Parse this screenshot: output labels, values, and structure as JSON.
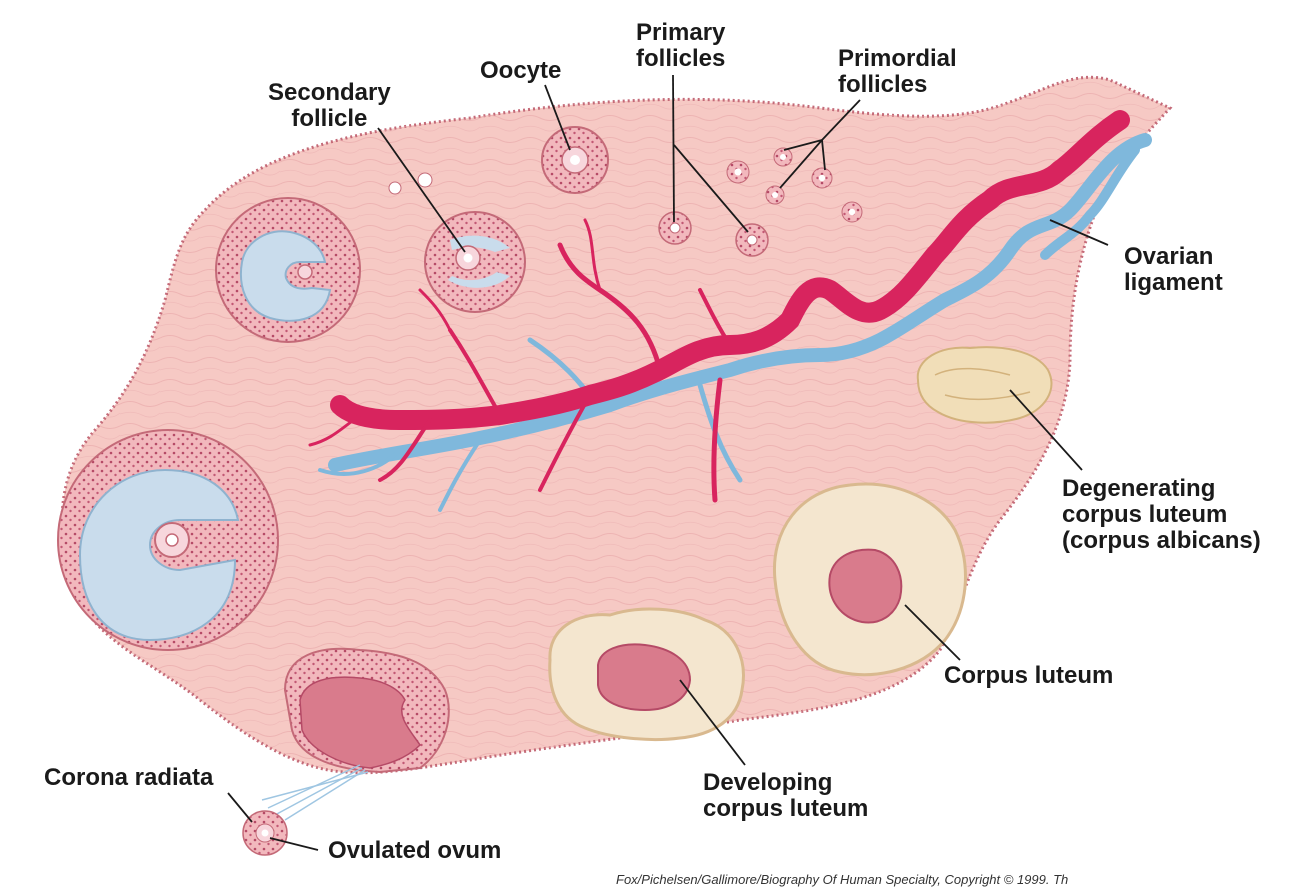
{
  "labels": {
    "secondary_follicle": [
      "Secondary",
      "follicle"
    ],
    "oocyte": [
      "Oocyte"
    ],
    "primary_follicles": [
      "Primary",
      "follicles"
    ],
    "primordial_follicles": [
      "Primordial",
      "follicles"
    ],
    "ovarian_ligament": [
      "Ovarian",
      "ligament"
    ],
    "degenerating_corpus_luteum": [
      "Degenerating",
      "corpus luteum",
      "(corpus albicans)"
    ],
    "corpus_luteum": [
      "Corpus luteum"
    ],
    "developing_corpus_luteum": [
      "Developing",
      "corpus luteum"
    ],
    "corona_radiata": [
      "Corona radiata"
    ],
    "ovulated_ovum": [
      "Ovulated ovum"
    ]
  },
  "credit": "Fox/Pichelsen/Gallimore/Biography Of Human Specialty, Copyright © 1999. Th",
  "colors": {
    "stroma": "#f6c9c4",
    "stroma_outline": "#c46a78",
    "artery": "#d8245e",
    "vein": "#7fb8dc",
    "antrum": "#c9dcec",
    "corpus_luteum": "#f4e6cf",
    "cavity": "#d97b8c"
  }
}
